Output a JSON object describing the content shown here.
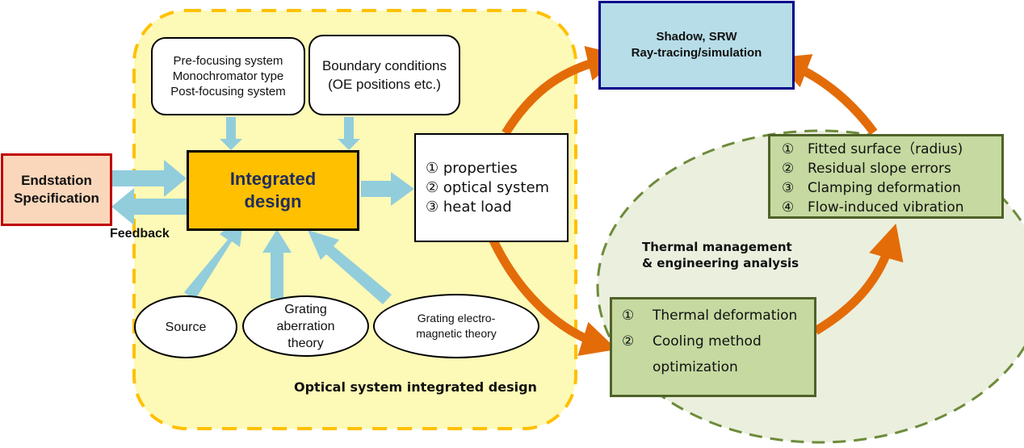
{
  "colors": {
    "optical_region_fill": "#FDF9B6",
    "optical_region_border": "#FFC000",
    "thermal_region_fill": "#EBEFDE",
    "thermal_region_border": "#6D8B3A",
    "endstation_fill": "#FAD6BA",
    "endstation_border": "#C00000",
    "integrated_fill": "#FFC000",
    "integrated_text": "#1F2D5E",
    "simulation_fill": "#B7DDE8",
    "simulation_border": "#00008B",
    "green_box_fill": "#C5D9A0",
    "green_box_border": "#4F6228",
    "blue_arrow": "#92CDDC",
    "orange_arrow": "#E36C09"
  },
  "endstation": {
    "line1": "Endstation",
    "line2": "Specification"
  },
  "feedback_label": "Feedback",
  "optical_region": {
    "title": "Optical system integrated design"
  },
  "system_box": {
    "lines": [
      "Pre-focusing system",
      "Monochromator type",
      "Post-focusing system"
    ]
  },
  "boundary_box": {
    "line1": "Boundary conditions",
    "line2": "(OE positions etc.)"
  },
  "integrated_design": {
    "line1": "Integrated",
    "line2": "design"
  },
  "outputs_box": {
    "items": [
      {
        "num": "①",
        "label": "properties"
      },
      {
        "num": "②",
        "label": "optical system"
      },
      {
        "num": "③",
        "label": "heat load"
      }
    ]
  },
  "inputs": {
    "source": {
      "lines": [
        "Source"
      ]
    },
    "aberration": {
      "lines": [
        "Grating",
        "aberration",
        "theory"
      ]
    },
    "electromagnetic": {
      "lines": [
        "Grating electro-",
        "magnetic theory"
      ]
    }
  },
  "simulation_box": {
    "line1": "Shadow, SRW",
    "line2": "Ray-tracing/simulation"
  },
  "thermal_region": {
    "line1": "Thermal management",
    "line2": "& engineering analysis"
  },
  "analysis_box": {
    "items": [
      {
        "num": "①",
        "label": "Fitted surface（radius)"
      },
      {
        "num": "②",
        "label": "Residual slope errors"
      },
      {
        "num": "③",
        "label": "Clamping deformation"
      },
      {
        "num": "④",
        "label": "Flow-induced vibration"
      }
    ]
  },
  "thermal_box": {
    "items": [
      {
        "num": "①",
        "label": "Thermal deformation"
      },
      {
        "num": "②",
        "label": "Cooling method"
      },
      {
        "num": "",
        "label": "optimization"
      }
    ]
  }
}
